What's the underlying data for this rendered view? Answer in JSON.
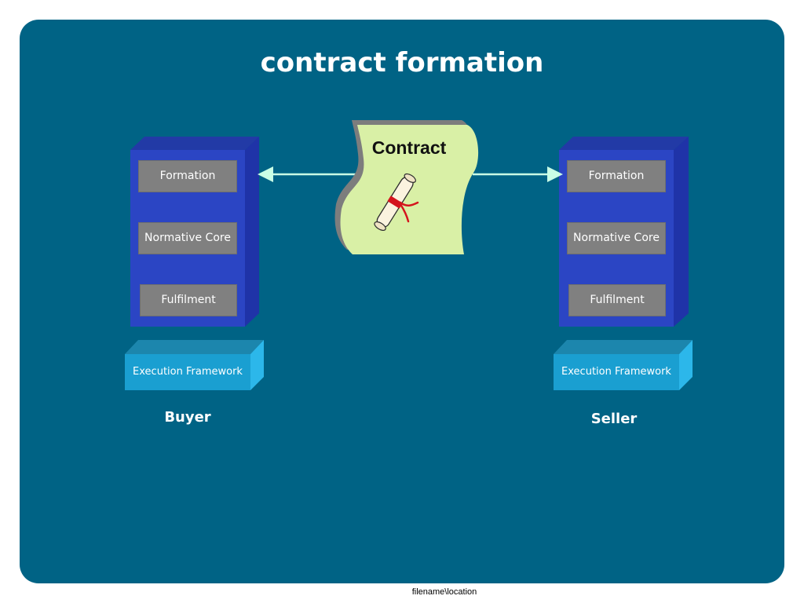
{
  "title": "contract formation",
  "document": {
    "label": "Contract",
    "fill_color": "#d9f0a6",
    "shadow_color": "#7d7d7d",
    "scroll_icon": "diploma-scroll-icon"
  },
  "parties": [
    {
      "name": "Buyer",
      "layers": [
        "Formation",
        "Normative Core",
        "Fulfilment"
      ],
      "execution": "Execution Framework"
    },
    {
      "name": "Seller",
      "layers": [
        "Formation",
        "Normative Core",
        "Fulfilment"
      ],
      "execution": "Execution Framework"
    }
  ],
  "colors": {
    "panel": "#006385",
    "tower_front": "#2b45c4",
    "tower_side": "#1f33a8",
    "tower_top": "#223aa6",
    "layer_box": "#808080",
    "exec_front": "#1a9fd1",
    "exec_side": "#2cb7ea",
    "exec_top": "#1c86ad",
    "connector": "#c9ffe6"
  },
  "footer": "filename\\location"
}
